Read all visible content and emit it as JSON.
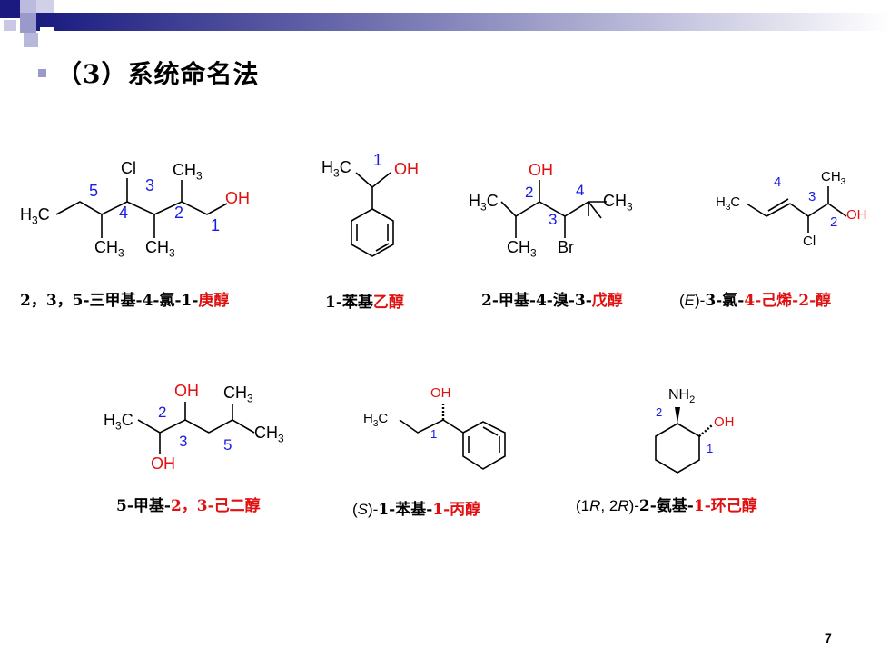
{
  "title": "（3）系统命名法",
  "page_number": "7",
  "colors": {
    "accent_red": "#e01010",
    "locant_blue": "#1a1ae6",
    "bullet": "#9999cc"
  },
  "names": {
    "n1": {
      "a": "2，3，5-三甲基-4-氯-1-",
      "b": "庚醇"
    },
    "n2": {
      "a": "1-苯基",
      "b": "乙醇"
    },
    "n3": {
      "a": "2-甲基-4-溴-3-",
      "b": "戊醇"
    },
    "n4": {
      "a": "(",
      "b": "E",
      "c": ")-",
      "d": "3-氯-",
      "e": "4-己烯-2-醇"
    },
    "n5": {
      "a": "5-甲基-",
      "b": "2，3-己二醇"
    },
    "n6": {
      "a": "(",
      "b": "S",
      "c": ")-",
      "d": "1-苯基-",
      "e": "1-丙醇"
    },
    "n7": {
      "a": "(1",
      "b": "R",
      "c": ", 2",
      "d": "R",
      "e": ")-",
      "f": "2-氨基-",
      "g": "1-环己醇"
    }
  },
  "labels": {
    "m1": {
      "h3c": "H3C",
      "cl": "Cl",
      "ch3a": "CH3",
      "oh": "OH",
      "ch3b": "CH3",
      "ch3c": "CH3",
      "n5": "5",
      "n3": "3",
      "n4": "4",
      "n2": "2",
      "n1": "1"
    },
    "m2": {
      "h3c": "H3C",
      "oh": "OH",
      "n1": "1"
    },
    "m3": {
      "h3c": "H3C",
      "oh": "OH",
      "ch3": "CH3",
      "ch3b": "CH3",
      "br": "Br",
      "n2": "2",
      "n4": "4",
      "n3": "3"
    },
    "m4": {
      "h3c": "H3C",
      "ch3": "CH3",
      "oh": "OH",
      "cl": "Cl",
      "n4": "4",
      "n3": "3",
      "n2": "2"
    },
    "m5": {
      "h3c": "H3C",
      "oh": "OH",
      "ch3": "CH3",
      "ch3b": "CH3",
      "oh2": "OH",
      "n2": "2",
      "n3": "3",
      "n5": "5"
    },
    "m6": {
      "h3c": "H3C",
      "oh": "OH",
      "n1": "1"
    },
    "m7": {
      "nh2": "NH2",
      "oh": "OH",
      "n2": "2",
      "n1": "1"
    }
  }
}
